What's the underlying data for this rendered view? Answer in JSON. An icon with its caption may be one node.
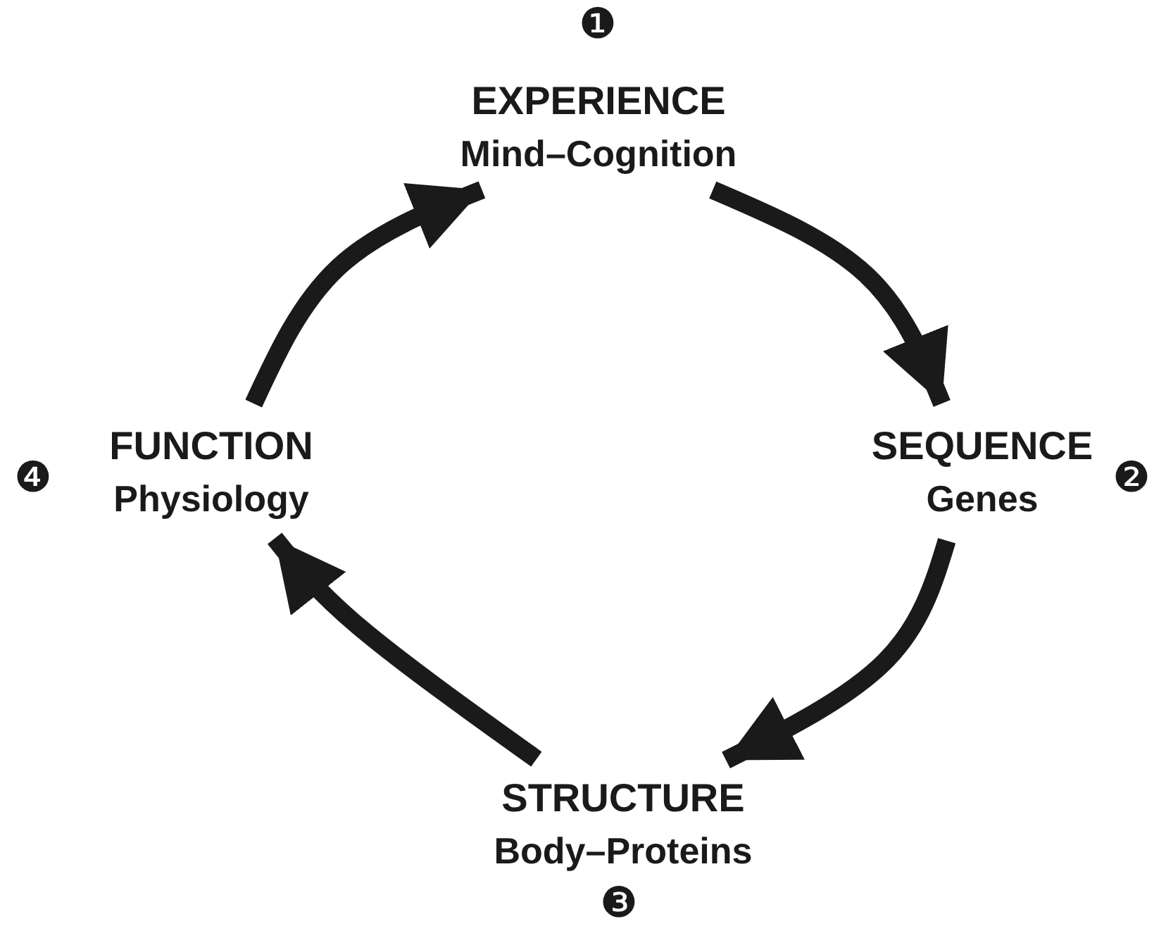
{
  "diagram": {
    "nodes": [
      {
        "text": [
          "EXPERIENCE",
          "Mind–Cognition"
        ],
        "beside": [
          "❶"
        ]
      },
      {
        "text": [
          "SEQUENCE",
          "Genes"
        ],
        "beside": [
          "❷"
        ]
      },
      {
        "text": [
          "STRUCTURE",
          "Body–Proteins"
        ],
        "beside": [
          "❸"
        ]
      },
      {
        "text": [
          "FUNCTION",
          "Physiology"
        ],
        "beside": [
          "❹"
        ]
      }
    ],
    "edges": [
      {
        "from": 0,
        "to": 1,
        "arrow": "to"
      },
      {
        "from": 1,
        "to": 2,
        "arrow": "to"
      },
      {
        "from": 2,
        "to": 3,
        "arrow": "to"
      },
      {
        "from": 3,
        "to": 0,
        "arrow": "to"
      }
    ]
  }
}
